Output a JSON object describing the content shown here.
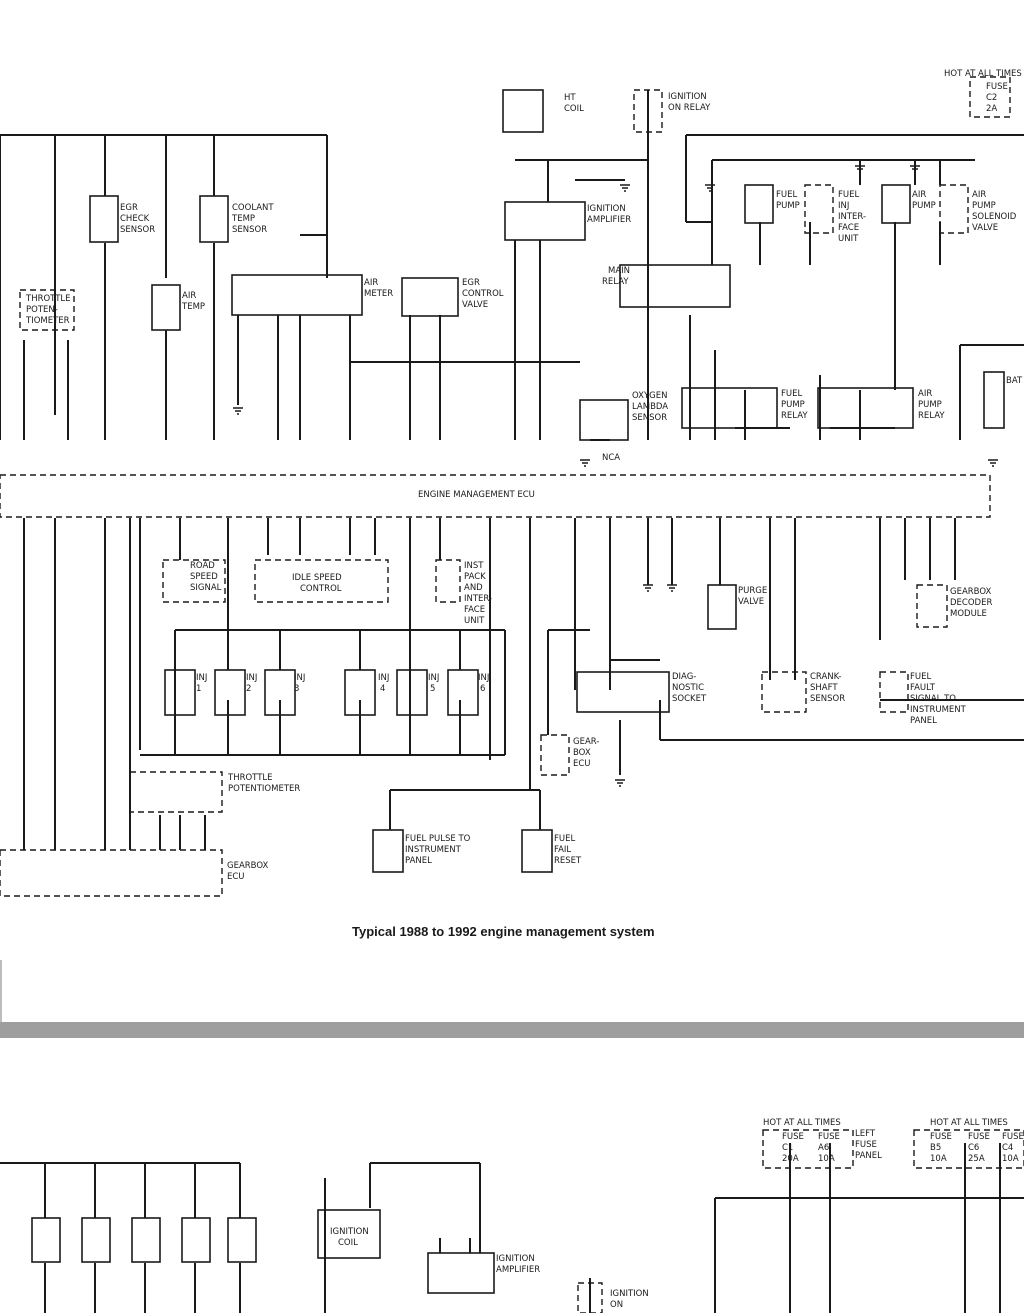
{
  "caption": "Typical 1988 to 1992 engine management system",
  "top": {
    "hot": "HOT AT ALL TIMES",
    "fuse": [
      "FUSE",
      "C2",
      "2A"
    ],
    "ht_coil": [
      "HT",
      "COIL"
    ],
    "ignition_on_relay": [
      "IGNITION",
      "ON RELAY"
    ],
    "ignition_amplifier": [
      "IGNITION",
      "AMPLIFIER"
    ],
    "main_relay": [
      "MAIN",
      "RELAY"
    ],
    "fuel_pump": [
      "FUEL",
      "PUMP"
    ],
    "fuel_inj_unit": [
      "FUEL",
      "INJ",
      "INTER-",
      "FACE",
      "UNIT"
    ],
    "air_pump": [
      "AIR",
      "PUMP"
    ],
    "air_pump_solenoid": [
      "AIR",
      "PUMP",
      "SOLENOID",
      "VALVE"
    ],
    "egr_check": [
      "EGR",
      "CHECK",
      "SENSOR"
    ],
    "coolant_temp": [
      "COOLANT",
      "TEMP",
      "SENSOR"
    ],
    "throttle_pot": [
      "THROTTLE",
      "POTEN-",
      "TIOMETER"
    ],
    "air_temp": [
      "AIR",
      "TEMP"
    ],
    "air_meter": [
      "AIR",
      "METER"
    ],
    "egr_control": [
      "EGR",
      "CONTROL",
      "VALVE"
    ],
    "oxygen_sensor": [
      "OXYGEN",
      "LAMBDA",
      "SENSOR"
    ],
    "fuel_pump_relay": [
      "FUEL",
      "PUMP",
      "RELAY"
    ],
    "air_pump_relay": [
      "AIR",
      "PUMP",
      "RELAY"
    ],
    "battery": "BAT",
    "nca": "NCA"
  },
  "ecu": "ENGINE MANAGEMENT ECU",
  "bottom": {
    "road_speed": [
      "ROAD",
      "SPEED",
      "SIGNAL"
    ],
    "idle_speed": [
      "IDLE SPEED",
      "CONTROL"
    ],
    "inst_pack": [
      "INST",
      "PACK",
      "AND",
      "INTER-",
      "FACE",
      "UNIT"
    ],
    "purge_valve": [
      "PURGE",
      "VALVE"
    ],
    "gearbox_decoder": [
      "GEARBOX",
      "DECODER",
      "MODULE"
    ],
    "diag_socket": [
      "DIAG-",
      "NOSTIC",
      "SOCKET"
    ],
    "crankshaft": [
      "CRANK-",
      "SHAFT",
      "SENSOR"
    ],
    "fuel_fault": [
      "FUEL",
      "FAULT",
      "SIGNAL TO",
      "INSTRUMENT",
      "PANEL"
    ],
    "gearbox_ecu_small": [
      "GEAR-",
      "BOX",
      "ECU"
    ],
    "throttle_pot2": [
      "THROTTLE",
      "POTENTIOMETER"
    ],
    "fuel_pulse": [
      "FUEL PULSE TO",
      "INSTRUMENT",
      "PANEL"
    ],
    "fuel_fail": [
      "FUEL",
      "FAIL",
      "RESET"
    ],
    "gearbox_ecu": [
      "GEARBOX",
      "ECU"
    ],
    "inj": [
      "INJ",
      "1",
      "INJ",
      "2",
      "INJ",
      "3",
      "INJ",
      "4",
      "INJ",
      "5",
      "INJ",
      "6"
    ]
  },
  "page2": {
    "hot_left": "HOT AT ALL TIMES",
    "hot_right": "HOT AT ALL TIMES",
    "fuses": [
      "FUSE",
      "C1",
      "20A",
      "FUSE",
      "A6",
      "10A",
      "FUSE",
      "B5",
      "10A",
      "FUSE",
      "C6",
      "25A",
      "FUSE",
      "C4",
      "10A"
    ],
    "left_fuse_panel": [
      "LEFT",
      "FUSE",
      "PANEL"
    ],
    "ignition_coil": [
      "IGNITION",
      "COIL"
    ],
    "ignition_amplifier": [
      "IGNITION",
      "AMPLIFIER"
    ],
    "ignition_on": [
      "IGNITION",
      "ON"
    ]
  }
}
